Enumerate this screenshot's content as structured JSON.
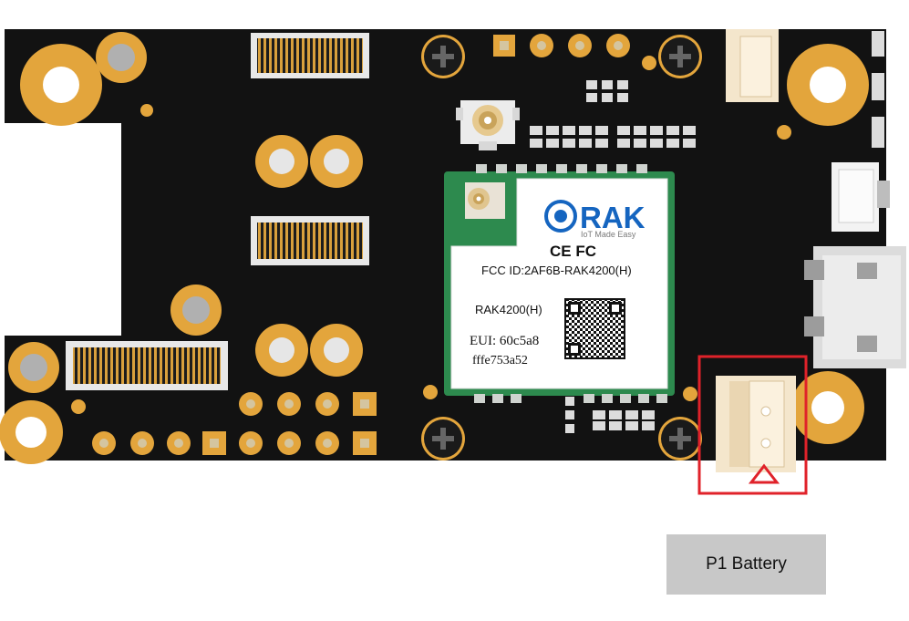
{
  "module": {
    "brand": "RAK",
    "tagline": "IoT Made Easy",
    "cert_marks": "CE FC",
    "fcc_id": "FCC ID:2AF6B-RAK4200(H)",
    "model": "RAK4200(H)",
    "eui_line1": "EUI: 60c5a8",
    "eui_line2": "fffe753a52"
  },
  "callout": {
    "label": "P1 Battery",
    "highlight_color": "#e0222a"
  },
  "colors": {
    "pcb": "#121212",
    "pad_gold": "#e3a53c",
    "module_green": "#2d8a4e"
  }
}
